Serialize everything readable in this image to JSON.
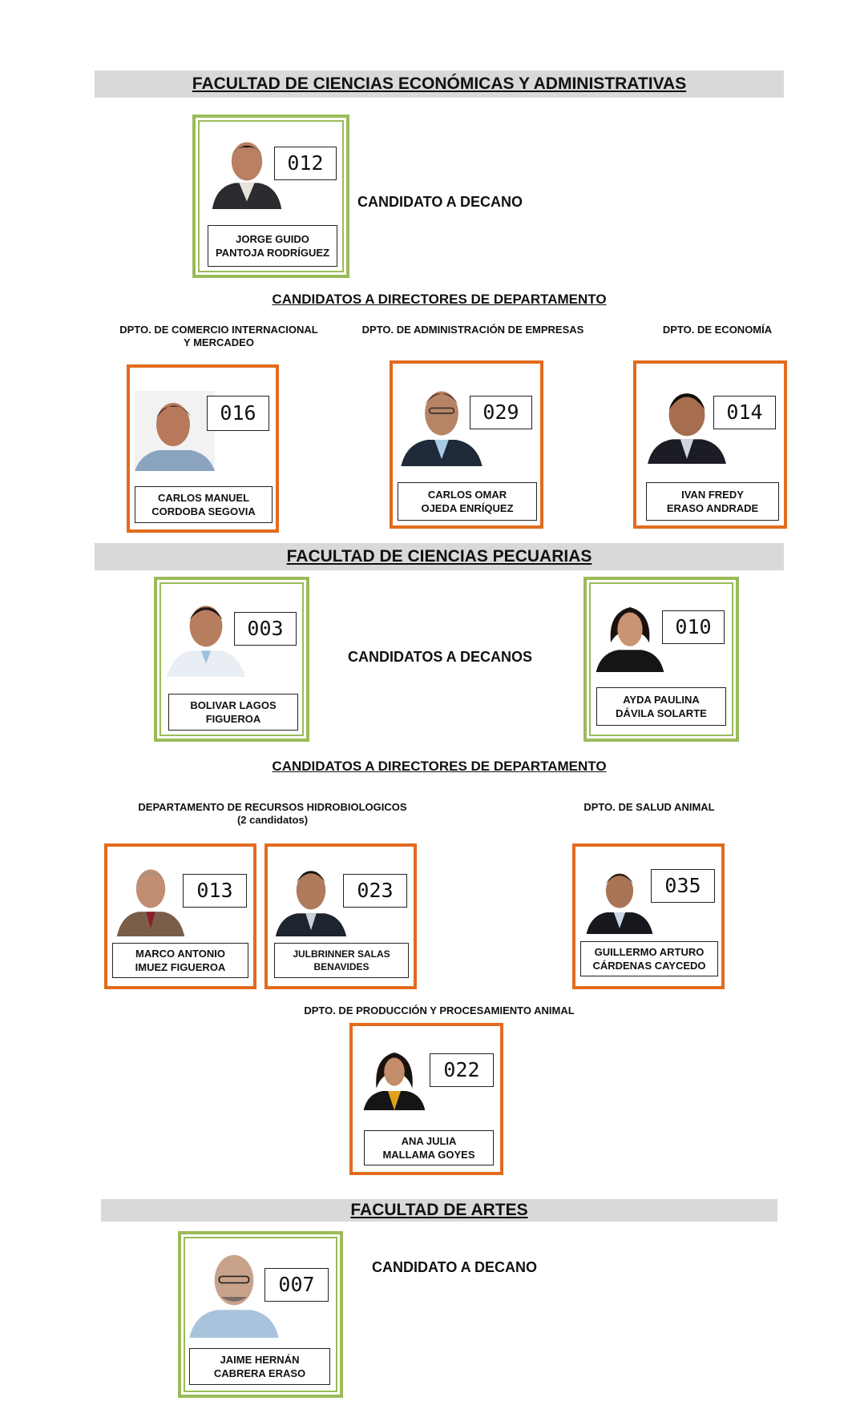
{
  "faculties": [
    {
      "title": "FACULTAD DE CIENCIAS ECONÓMICAS Y ADMINISTRATIVAS",
      "dean_role": "CANDIDATO A DECANO",
      "dean_candidates": [
        {
          "number": "012",
          "name_line1": "JORGE GUIDO",
          "name_line2": "PANTOJA RODRÍGUEZ"
        }
      ],
      "directors_title": "CANDIDATOS A DIRECTORES DE DEPARTAMENTO",
      "departments": [
        {
          "label_line1": "DPTO. DE COMERCIO INTERNACIONAL",
          "label_line2": "Y MERCADEO",
          "candidates": [
            {
              "number": "016",
              "name_line1": "CARLOS MANUEL",
              "name_line2": "CORDOBA SEGOVIA"
            }
          ]
        },
        {
          "label_line1": "DPTO. DE ADMINISTRACIÓN DE EMPRESAS",
          "label_line2": "",
          "candidates": [
            {
              "number": "029",
              "name_line1": "CARLOS OMAR",
              "name_line2": "OJEDA ENRÍQUEZ"
            }
          ]
        },
        {
          "label_line1": "DPTO. DE ECONOMÍA",
          "label_line2": "",
          "candidates": [
            {
              "number": "014",
              "name_line1": "IVAN FREDY",
              "name_line2": "ERASO ANDRADE"
            }
          ]
        }
      ]
    },
    {
      "title": "FACULTAD DE CIENCIAS PECUARIAS",
      "dean_role": "CANDIDATOS A DECANOS",
      "dean_candidates": [
        {
          "number": "003",
          "name_line1": "BOLIVAR LAGOS",
          "name_line2": "FIGUEROA"
        },
        {
          "number": "010",
          "name_line1": "AYDA PAULINA",
          "name_line2": "DÁVILA SOLARTE"
        }
      ],
      "directors_title": "CANDIDATOS A DIRECTORES DE DEPARTAMENTO",
      "departments": [
        {
          "label_line1": "DEPARTAMENTO DE RECURSOS HIDROBIOLOGICOS",
          "label_line2": "(2 candidatos)",
          "candidates": [
            {
              "number": "013",
              "name_line1": "MARCO ANTONIO",
              "name_line2": "IMUEZ FIGUEROA"
            },
            {
              "number": "023",
              "name_line1": "JULBRINNER SALAS",
              "name_line2": "BENAVIDES"
            }
          ]
        },
        {
          "label_line1": "DPTO. DE SALUD ANIMAL",
          "label_line2": "",
          "candidates": [
            {
              "number": "035",
              "name_line1": "GUILLERMO ARTURO",
              "name_line2": "CÁRDENAS CAYCEDO"
            }
          ]
        },
        {
          "label_line1": "DPTO. DE PRODUCCIÓN Y PROCESAMIENTO ANIMAL",
          "label_line2": "",
          "candidates": [
            {
              "number": "022",
              "name_line1": "ANA JULIA",
              "name_line2": "MALLAMA GOYES"
            }
          ]
        }
      ]
    },
    {
      "title": "FACULTAD DE ARTES",
      "dean_role": "CANDIDATO A DECANO",
      "dean_candidates": [
        {
          "number": "007",
          "name_line1": "JAIME HERNÁN",
          "name_line2": "CABRERA ERASO"
        }
      ]
    }
  ],
  "colors": {
    "dean_border": "#9bbb59",
    "director_border": "#e26b1d",
    "banner_bg": "#d9d9d9"
  }
}
